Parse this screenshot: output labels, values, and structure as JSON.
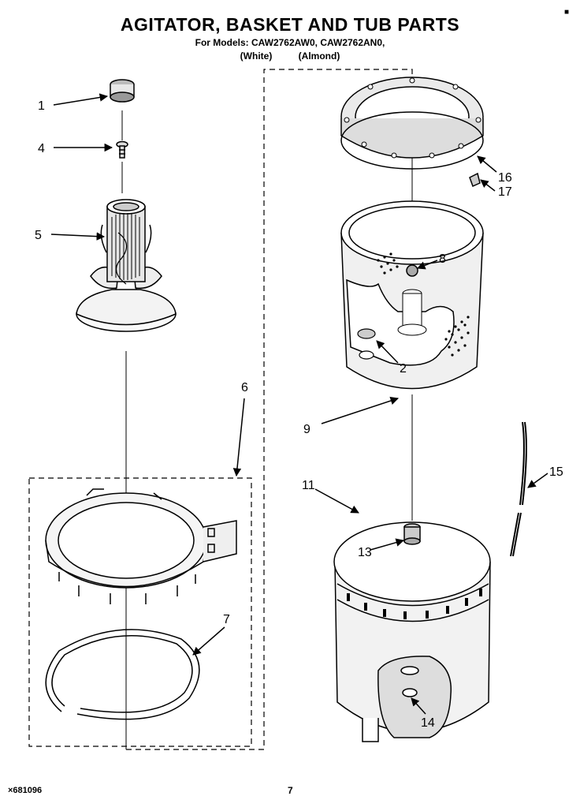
{
  "header": {
    "title": "AGITATOR, BASKET AND TUB PARTS",
    "subtitle": "For Models: CAW2762AW0, CAW2762AN0,",
    "variants": "(White)          (Almond)",
    "corner_mark": "■"
  },
  "callouts": [
    {
      "id": "1",
      "part": "agitator-cap"
    },
    {
      "id": "4",
      "part": "agitator-bolt"
    },
    {
      "id": "5",
      "part": "agitator-cam"
    },
    {
      "id": "6",
      "part": "balance-ring"
    },
    {
      "id": "7",
      "part": "snap-ring"
    },
    {
      "id": "8",
      "part": "basket-drive-nut"
    },
    {
      "id": "2",
      "part": "basket-plug"
    },
    {
      "id": "9",
      "part": "basket"
    },
    {
      "id": "16",
      "part": "tub-ring"
    },
    {
      "id": "17",
      "part": "tub-ring-clip"
    },
    {
      "id": "11",
      "part": "outer-tub"
    },
    {
      "id": "13",
      "part": "tub-seal"
    },
    {
      "id": "14",
      "part": "tub-drain-fitting"
    },
    {
      "id": "15",
      "part": "hose"
    }
  ],
  "footer": {
    "doc_code": "×681096",
    "page_number": "7"
  }
}
